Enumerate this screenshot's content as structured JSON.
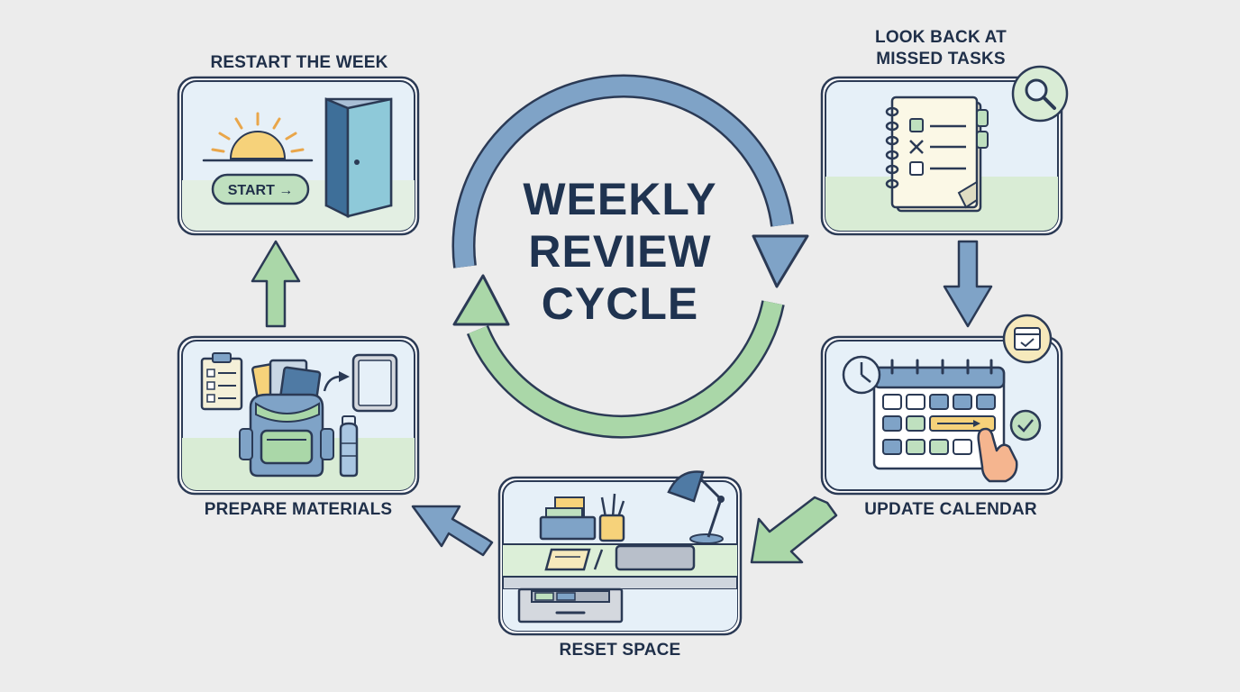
{
  "diagram": {
    "title_lines": [
      "WEEKLY",
      "REVIEW",
      "CYCLE"
    ],
    "steps": [
      {
        "id": "restart",
        "label_lines": [
          "RESTART THE WEEK"
        ],
        "button_label": "START →"
      },
      {
        "id": "look-back",
        "label_lines": [
          "LOOK BACK AT",
          "MISSED TASKS"
        ]
      },
      {
        "id": "update-calendar",
        "label_lines": [
          "UPDATE CALENDAR"
        ]
      },
      {
        "id": "reset-space",
        "label_lines": [
          "RESET SPACE"
        ]
      },
      {
        "id": "prepare-materials",
        "label_lines": [
          "PREPARE MATERIALS"
        ]
      }
    ]
  },
  "colors": {
    "background": "#ececec",
    "outline": "#2b3a55",
    "panel_fill": "#e6f0f8",
    "panel_floor": "#d9ecd5",
    "blue_arrow": "#7fa3c7",
    "green_arrow": "#aad7a8",
    "sun": "#f6d27a",
    "door": "#8ec9d9"
  }
}
